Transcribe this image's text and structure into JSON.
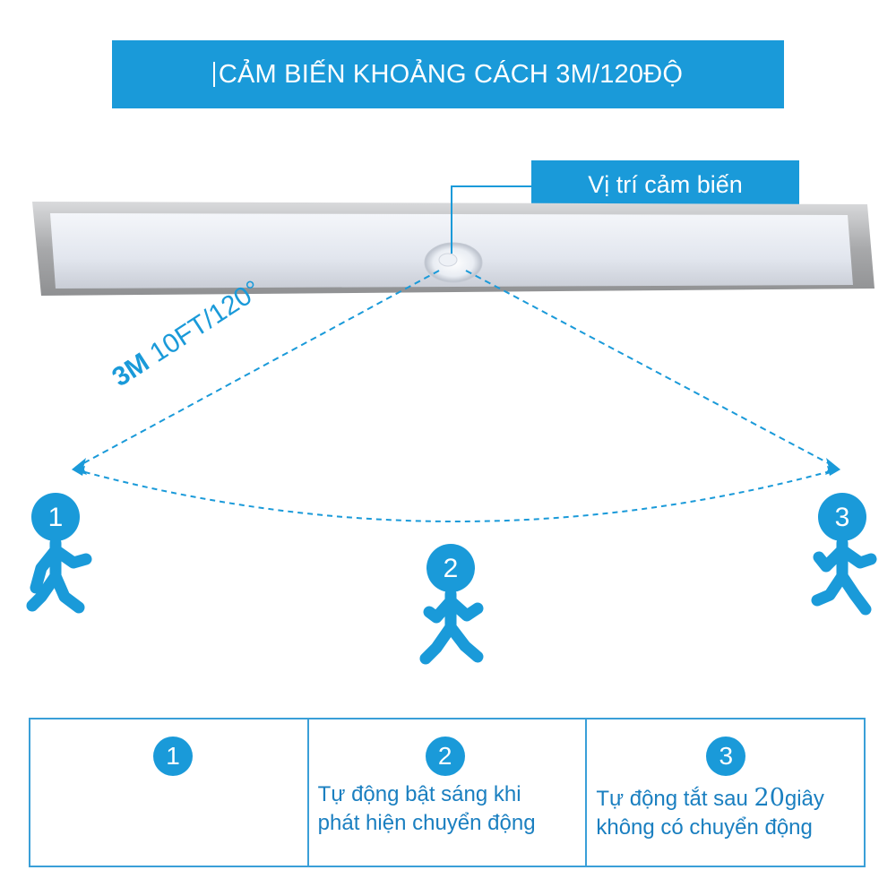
{
  "banner": {
    "title": "CẢM BIẾN KHOẢNG CÁCH 3M/120ĐỘ"
  },
  "sensor_label": "Vị trí cảm biến",
  "range": {
    "bold": "3M",
    "rest": "10FT/120°"
  },
  "figures": [
    {
      "number": "1"
    },
    {
      "number": "2"
    },
    {
      "number": "3"
    }
  ],
  "table": {
    "cells": [
      {
        "number": "1",
        "line1": "",
        "line2": ""
      },
      {
        "number": "2",
        "line1": "Tự động bật sáng khi",
        "line2": "phát hiện chuyển động"
      },
      {
        "number": "3",
        "line1_a": "Tự động tắt sau ",
        "line1_num": "20",
        "line1_b": "giây",
        "line2": "không có chuyển động"
      }
    ]
  },
  "colors": {
    "accent": "#1a9ad9",
    "border": "#3a9fd8",
    "text": "#1a7fc0"
  }
}
